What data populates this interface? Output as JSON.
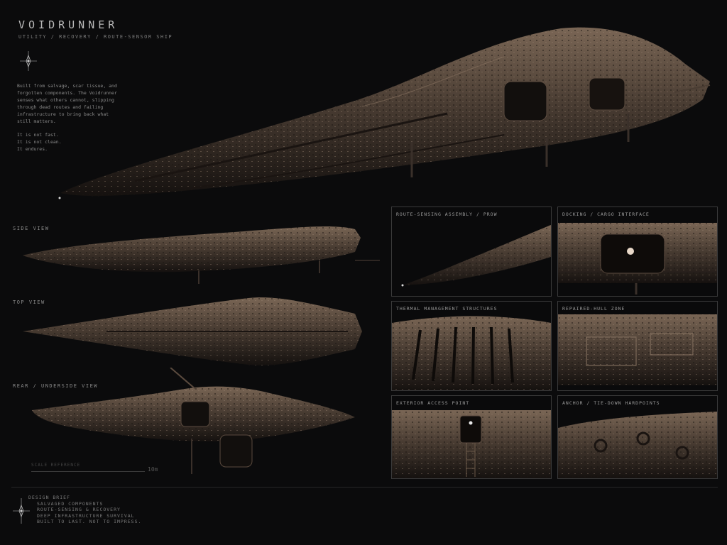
{
  "header": {
    "title": "VOIDRUNNER",
    "subtitle": "UTILITY / RECOVERY / ROUTE-SENSOR SHIP"
  },
  "description": {
    "lines": [
      "Built from salvage, scar tissue, and",
      "forgotten components. The Voidrunner",
      "senses what others cannot, slipping",
      "through dead routes and failing",
      "infrastructure to bring back what",
      "still matters."
    ],
    "closing": [
      "It is not fast.",
      "It is not clean.",
      "It endures."
    ]
  },
  "views": {
    "side": "SIDE VIEW",
    "top": "TOP VIEW",
    "rear": "REAR / UNDERSIDE VIEW"
  },
  "scale": {
    "label": "SCALE REFERENCE",
    "value": "10m"
  },
  "panels": [
    {
      "label": "ROUTE-SENSING ASSEMBLY / PROW"
    },
    {
      "label": "DOCKING / CARGO INTERFACE"
    },
    {
      "label": "THERMAL MANAGEMENT STRUCTURES"
    },
    {
      "label": "REPAIRED-HULL ZONE"
    },
    {
      "label": "EXTERIOR ACCESS POINT"
    },
    {
      "label": "ANCHOR / TIE-DOWN HARDPOINTS"
    }
  ],
  "brief": {
    "heading": "DESIGN BRIEF",
    "items": [
      "SALVAGED COMPONENTS",
      "ROUTE-SENSING & RECOVERY",
      "DEEP INFRASTRUCTURE SURVIVAL",
      "BUILT TO LAST. NOT TO IMPRESS."
    ]
  },
  "colors": {
    "background": "#0b0b0c",
    "hull_dark": "#2a2420",
    "hull_light": "#6e5c4c",
    "rust": "#7a5a44"
  },
  "icons": [
    "compass-star-icon",
    "compass-star-icon"
  ]
}
